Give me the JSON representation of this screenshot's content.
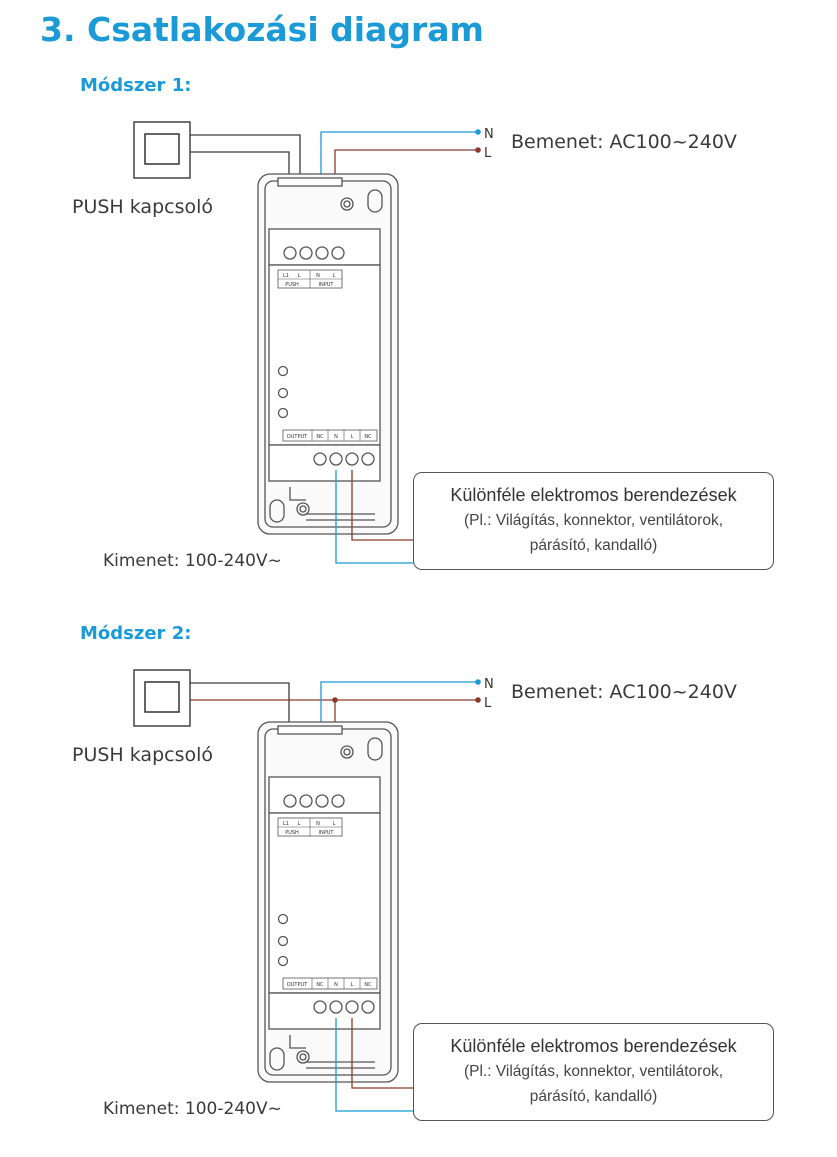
{
  "title": "3. Csatlakozási diagram",
  "methods": [
    {
      "heading": "Módszer 1:",
      "push_label": "PUSH kapcsoló",
      "input_label": "Bemenet: AC100~240V",
      "n_label": "N",
      "l_label": "L",
      "output_label": "Kimenet: 100-240V~",
      "device_title": "Különféle elektromos berendezések",
      "device_sub1": "(Pl.: Világítás, konnektor, ventilátorok,",
      "device_sub2": "párásító, kandalló)",
      "terminal_top": [
        "PUSH",
        "INPUT"
      ],
      "terminal_top_pins": [
        "L1",
        "L",
        "N",
        "L"
      ],
      "terminal_bottom": [
        "OUTPUT",
        "NC",
        "N",
        "L",
        "NC"
      ]
    },
    {
      "heading": "Módszer 2:",
      "push_label": "PUSH kapcsoló",
      "input_label": "Bemenet: AC100~240V",
      "n_label": "N",
      "l_label": "L",
      "output_label": "Kimenet: 100-240V~",
      "device_title": "Különféle elektromos berendezések",
      "device_sub1": "(Pl.: Világítás, konnektor, ventilátorok,",
      "device_sub2": "párásító, kandalló)",
      "terminal_top": [
        "PUSH",
        "INPUT"
      ],
      "terminal_top_pins": [
        "L1",
        "L",
        "N",
        "L"
      ],
      "terminal_bottom": [
        "OUTPUT",
        "NC",
        "N",
        "L",
        "NC"
      ]
    }
  ],
  "colors": {
    "title": "#1a9ad6",
    "wire_n": "#1a9ad6",
    "wire_l": "#8b3a2a",
    "wire_push": "#3a3a3a"
  }
}
